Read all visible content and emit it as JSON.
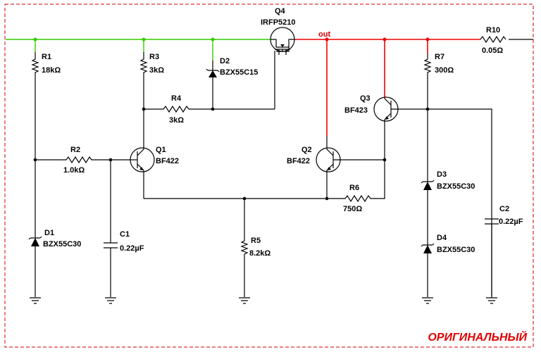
{
  "stamp": "ОРИГИНАЛЬНЫЙ",
  "net_out": "out",
  "colors": {
    "supply": "#33cc00",
    "output": "#ee0000",
    "border": "#cc0000",
    "wire": "#000000"
  },
  "components": {
    "Q4": {
      "ref": "Q4",
      "value": "IRFP5210"
    },
    "R10": {
      "ref": "R10",
      "value": "0.05Ω"
    },
    "R1": {
      "ref": "R1",
      "value": "18kΩ"
    },
    "R3": {
      "ref": "R3",
      "value": "3kΩ"
    },
    "D2": {
      "ref": "D2",
      "value": "BZX55C15"
    },
    "R4": {
      "ref": "R4",
      "value": "3kΩ"
    },
    "Q3": {
      "ref": "Q3",
      "value": "BF423"
    },
    "R7": {
      "ref": "R7",
      "value": "300Ω"
    },
    "R2": {
      "ref": "R2",
      "value": "1.0kΩ"
    },
    "Q1": {
      "ref": "Q1",
      "value": "BF422"
    },
    "Q2": {
      "ref": "Q2",
      "value": "BF422"
    },
    "R6": {
      "ref": "R6",
      "value": "750Ω"
    },
    "D3": {
      "ref": "D3",
      "value": "BZX55C30"
    },
    "D4": {
      "ref": "D4",
      "value": "BZX55C30"
    },
    "C2": {
      "ref": "C2",
      "value": "0.22µF"
    },
    "D1": {
      "ref": "D1",
      "value": "BZX55C30"
    },
    "C1": {
      "ref": "C1",
      "value": "0.22µF"
    },
    "R5": {
      "ref": "R5",
      "value": "8.2kΩ"
    }
  }
}
